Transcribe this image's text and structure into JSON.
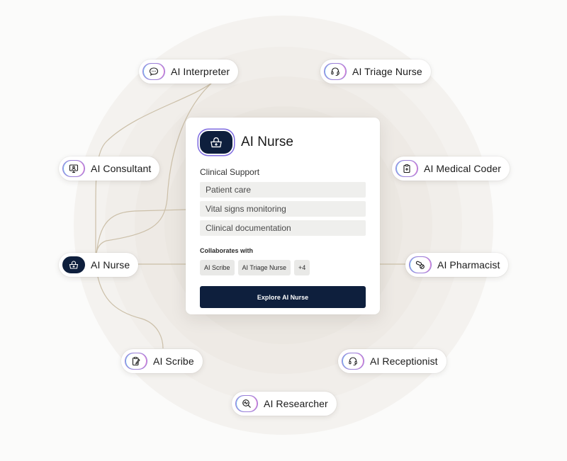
{
  "nodes": {
    "interpreter": {
      "label": "AI Interpreter",
      "icon": "chat-bubble-icon"
    },
    "triage_nurse": {
      "label": "AI Triage Nurse",
      "icon": "headset-icon"
    },
    "consultant": {
      "label": "AI Consultant",
      "icon": "monitor-doctor-icon"
    },
    "medical_coder": {
      "label": "AI Medical Coder",
      "icon": "clipboard-plus-icon"
    },
    "nurse": {
      "label": "AI Nurse",
      "icon": "medkit-icon"
    },
    "pharmacist": {
      "label": "AI Pharmacist",
      "icon": "pills-icon"
    },
    "scribe": {
      "label": "AI Scribe",
      "icon": "notepad-pen-icon"
    },
    "receptionist": {
      "label": "AI Receptionist",
      "icon": "headset-icon"
    },
    "researcher": {
      "label": "AI Researcher",
      "icon": "magnifier-pulse-icon"
    }
  },
  "card": {
    "title": "AI Nurse",
    "icon": "medkit-icon",
    "section_label": "Clinical Support",
    "support_items": [
      "Patient care",
      "Vital signs monitoring",
      "Clinical documentation"
    ],
    "collab_label": "Collaborates with",
    "collaborators": [
      "AI Scribe",
      "AI Triage Nurse",
      "+4"
    ],
    "cta_label": "Explore AI Nurse"
  },
  "colors": {
    "navy": "#0e1f3d",
    "ring_outer": "#f3f1ee",
    "ring_inner": "#e9e5df",
    "connector": "#cbbfa8",
    "icon_gradient": [
      "#e07ad6",
      "#9b7fd8",
      "#6fb7f0"
    ]
  }
}
